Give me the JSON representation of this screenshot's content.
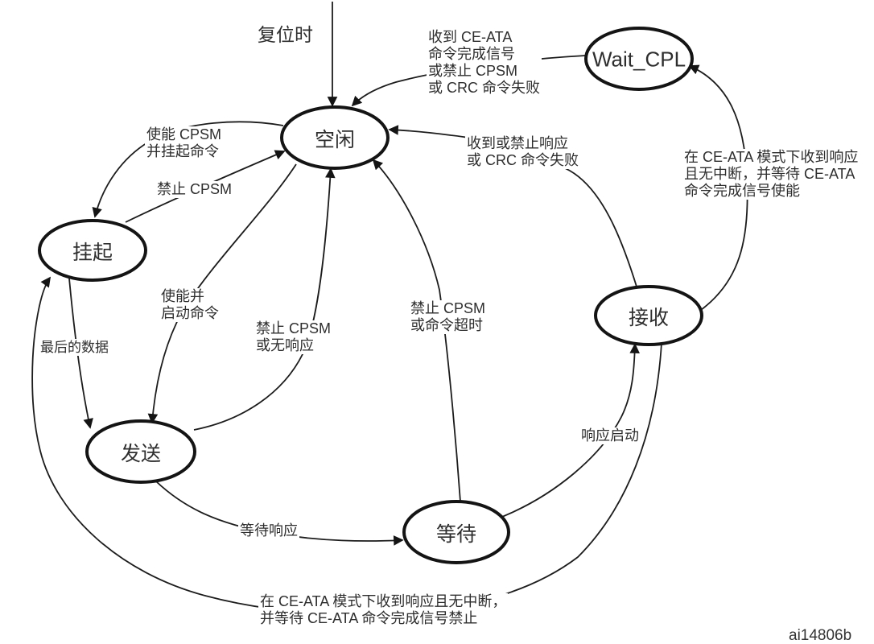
{
  "diagram": {
    "title_hint": "CPSM state machine diagram",
    "figure_id": "ai14806b",
    "colors": {
      "line": "#1c1c1c",
      "text": "#2e2e2e",
      "background": "#ffffff"
    },
    "states": {
      "idle": {
        "label": "空闲"
      },
      "wait_cpl": {
        "label": "Wait_CPL"
      },
      "pend": {
        "label": "挂起"
      },
      "send": {
        "label": "发送"
      },
      "wait": {
        "label": "等待"
      },
      "receive": {
        "label": "接收"
      }
    },
    "transitions": {
      "reset": {
        "label": "复位时"
      },
      "wait_cpl_to_idle": {
        "label": "收到 CE-ATA\n命令完成信号\n或禁止 CPSM\n或 CRC 命令失败"
      },
      "receive_to_idle": {
        "label": "收到或禁止响应\n或 CRC 命令失败"
      },
      "idle_to_pend": {
        "label": "使能 CPSM\n并挂起命令"
      },
      "pend_to_idle": {
        "label": "禁止 CPSM"
      },
      "idle_to_send": {
        "label": "使能并\n启动命令"
      },
      "send_to_idle": {
        "label": "禁止 CPSM\n或无响应"
      },
      "wait_to_idle": {
        "label": "禁止 CPSM\n或命令超时"
      },
      "pend_to_send": {
        "label": "最后的数据"
      },
      "send_to_wait": {
        "label": "等待响应"
      },
      "wait_to_receive": {
        "label": "响应启动"
      },
      "receive_to_wait_cpl": {
        "label": "在 CE-ATA 模式下收到响应\n且无中断，并等待 CE-ATA\n命令完成信号使能"
      },
      "receive_to_pend": {
        "label": "在 CE-ATA 模式下收到响应且无中断，\n并等待 CE-ATA 命令完成信号禁止"
      }
    }
  }
}
